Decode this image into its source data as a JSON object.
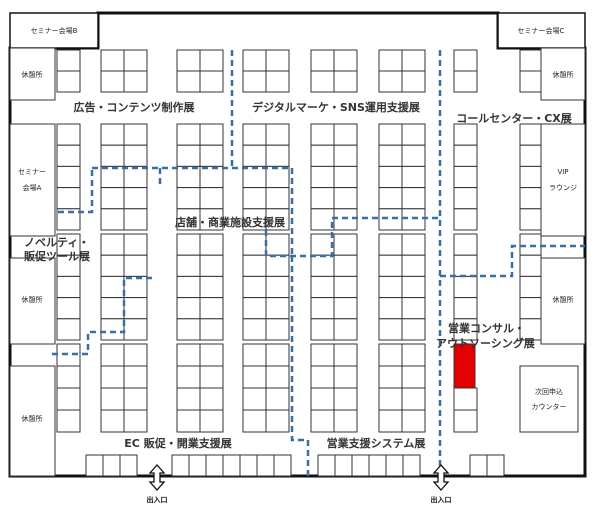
{
  "rooms": {
    "seminar_b": "セミナー会場B",
    "seminar_c": "セミナー会場C",
    "seminar_a_line1": "セミナー",
    "seminar_a_line2": "会場A",
    "rest_1": "休憩所",
    "rest_2": "休憩所",
    "rest_3": "休憩所",
    "rest_4": "休憩所",
    "rest_5": "休憩所",
    "vip_line1": "VIP",
    "vip_line2": "ラウンジ",
    "counter_line1": "次回申込",
    "counter_line2": "カウンター"
  },
  "areas": {
    "ad_content": "広告・コンテンツ制作展",
    "digital_sns": "デジタルマーケ・SNS運用支援展",
    "call_center": "コールセンター・CX展",
    "store_facility": "店舗・商業施設支援展",
    "novelty_line1": "ノベルティ・",
    "novelty_line2": "販促ツール展",
    "consulting_line1": "営業コンサル・",
    "consulting_line2": "アウトソーシング展",
    "ec_promo": "EC 販促・開業支援展",
    "sales_system": "営業支援システム展"
  },
  "exits": {
    "left": "出入口",
    "right": "出入口"
  },
  "colors": {
    "wall": "#111111",
    "booth_line": "#333333",
    "route": "#3a6ea8",
    "highlight": "#e30000",
    "background": "#ffffff"
  },
  "icons": {
    "exit_arrow": "updown-arrow-icon"
  }
}
